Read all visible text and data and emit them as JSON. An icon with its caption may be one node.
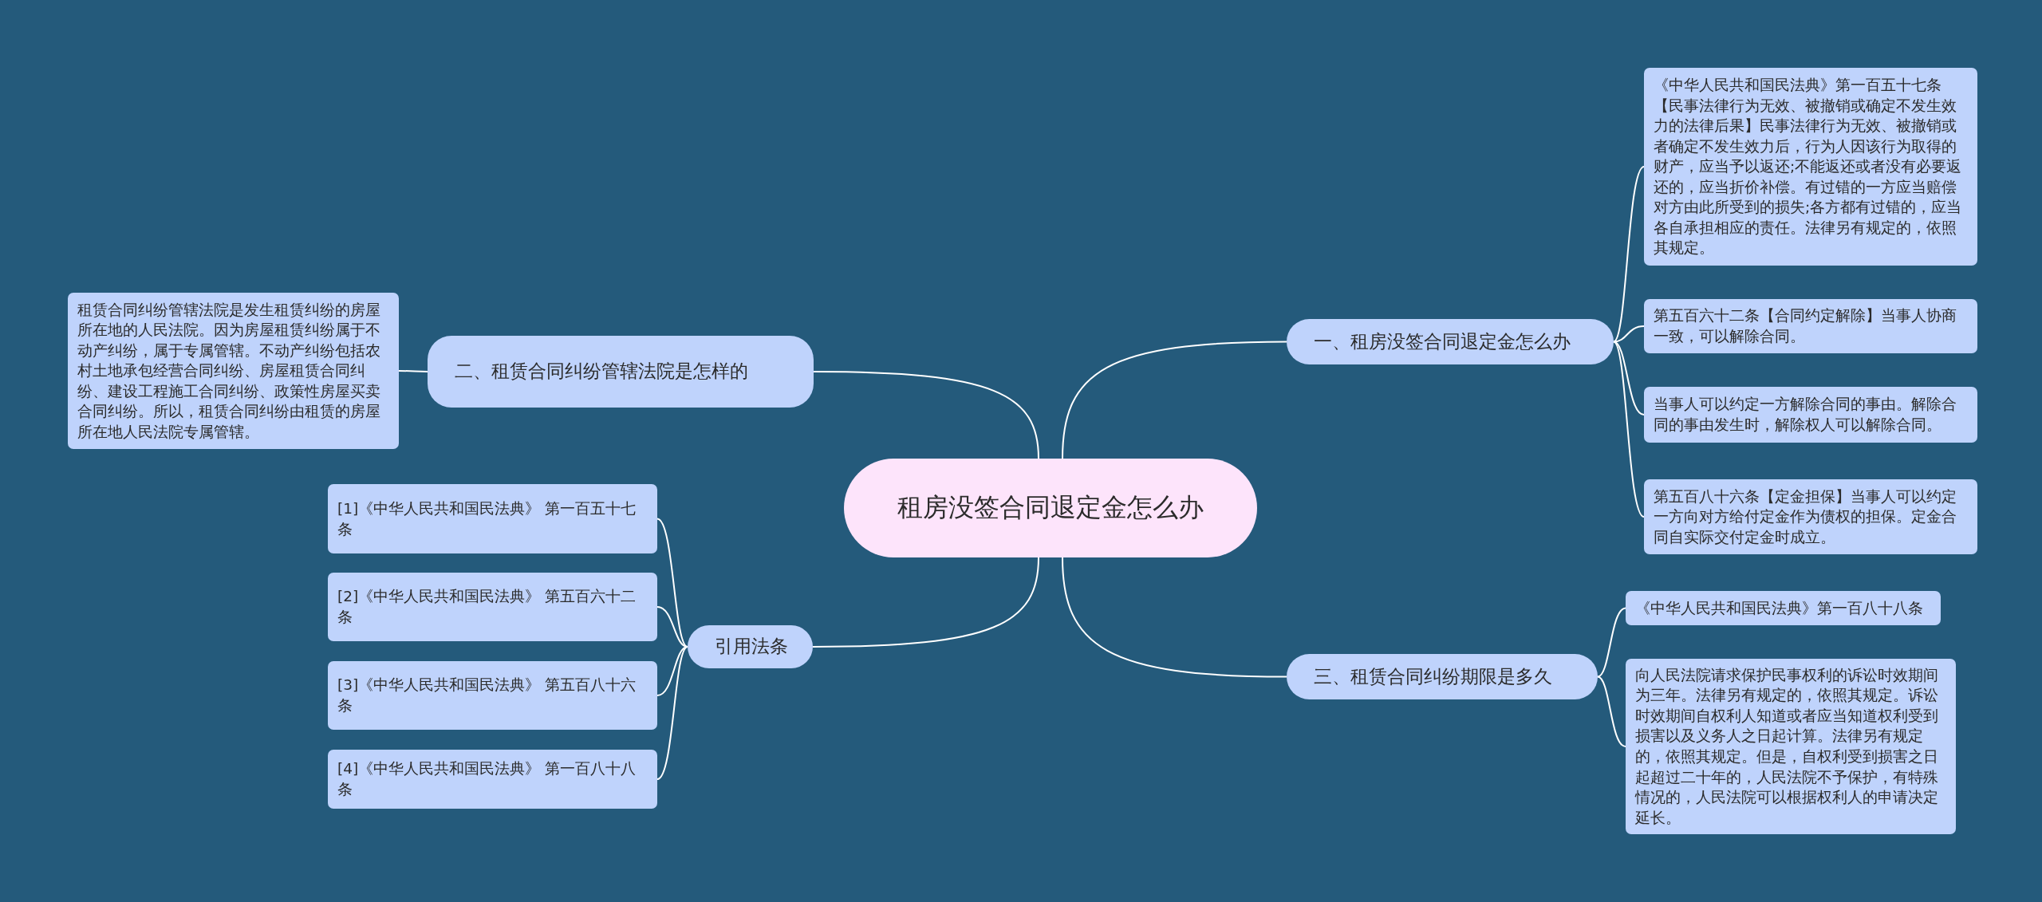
{
  "diagram": {
    "nodes": [
      {
        "text": [
          "租房没签合同退定金怎么办"
        ]
      },
      {
        "text": [
          "一、租房没签合同退定金怎么办"
        ]
      },
      {
        "text": [
          "《中华人民共和国民法典》第一百五十七条【民事法律行为无效、被撤销或确定不发生效力的法律后果】民事法律行为无效、被撤销或者确定不发生效力后，行为人因该行为取得的财产，应当予以返还;不能返还或者没有必要返还的，应当折价补偿。有过错的一方应当赔偿对方由此所受到的损失;各方都有过错的，应当各自承担相应的责任。法律另有规定的，依照其规定。"
        ]
      },
      {
        "text": [
          "第五百六十二条【合同约定解除】当事人协商一致，可以解除合同。"
        ]
      },
      {
        "text": [
          "当事人可以约定一方解除合同的事由。解除合同的事由发生时，解除权人可以解除合同。"
        ]
      },
      {
        "text": [
          "第五百八十六条【定金担保】当事人可以约定一方向对方给付定金作为债权的担保。定金合同自实际交付定金时成立。"
        ]
      },
      {
        "text": [
          "三、租赁合同纠纷期限是多久"
        ]
      },
      {
        "text": [
          "《中华人民共和国民法典》第一百八十八条"
        ]
      },
      {
        "text": [
          "向人民法院请求保护民事权利的诉讼时效期间为三年。法律另有规定的，依照其规定。诉讼时效期间自权利人知道或者应当知道权利受到损害以及义务人之日起计算。法律另有规定的，依照其规定。但是，自权利受到损害之日起超过二十年的，人民法院不予保护，有特殊情况的，人民法院可以根据权利人的申请决定延长。"
        ]
      },
      {
        "text": [
          "二、租赁合同纠纷管辖法院是怎样的"
        ]
      },
      {
        "text": [
          "租赁合同纠纷管辖法院是发生租赁纠纷的房屋所在地的人民法院。因为房屋租赁纠纷属于不动产纠纷，属于专属管辖。不动产纠纷包括农村土地承包经营合同纠纷、房屋租赁合同纠纷、建设工程施工合同纠纷、政策性房屋买卖合同纠纷。所以，租赁合同纠纷由租赁的房屋所在地人民法院专属管辖。"
        ]
      },
      {
        "text": [
          "引用法条"
        ]
      },
      {
        "text": [
          "[1]《中华人民共和国民法典》 第一百五十七条"
        ]
      },
      {
        "text": [
          "[2]《中华人民共和国民法典》 第五百六十二条"
        ]
      },
      {
        "text": [
          "[3]《中华人民共和国民法典》 第五百八十六条"
        ]
      },
      {
        "text": [
          "[4]《中华人民共和国民法典》 第一百八十八条"
        ]
      }
    ],
    "edges": [
      {
        "from": 0,
        "to": 1,
        "arrow": "none"
      },
      {
        "from": 1,
        "to": 2,
        "arrow": "none"
      },
      {
        "from": 1,
        "to": 3,
        "arrow": "none"
      },
      {
        "from": 1,
        "to": 4,
        "arrow": "none"
      },
      {
        "from": 1,
        "to": 5,
        "arrow": "none"
      },
      {
        "from": 0,
        "to": 6,
        "arrow": "none"
      },
      {
        "from": 6,
        "to": 7,
        "arrow": "none"
      },
      {
        "from": 6,
        "to": 8,
        "arrow": "none"
      },
      {
        "from": 0,
        "to": 9,
        "arrow": "none"
      },
      {
        "from": 9,
        "to": 10,
        "arrow": "none"
      },
      {
        "from": 0,
        "to": 11,
        "arrow": "none"
      },
      {
        "from": 11,
        "to": 12,
        "arrow": "none"
      },
      {
        "from": 11,
        "to": 13,
        "arrow": "none"
      },
      {
        "from": 11,
        "to": 14,
        "arrow": "none"
      },
      {
        "from": 11,
        "to": 15,
        "arrow": "none"
      }
    ]
  }
}
